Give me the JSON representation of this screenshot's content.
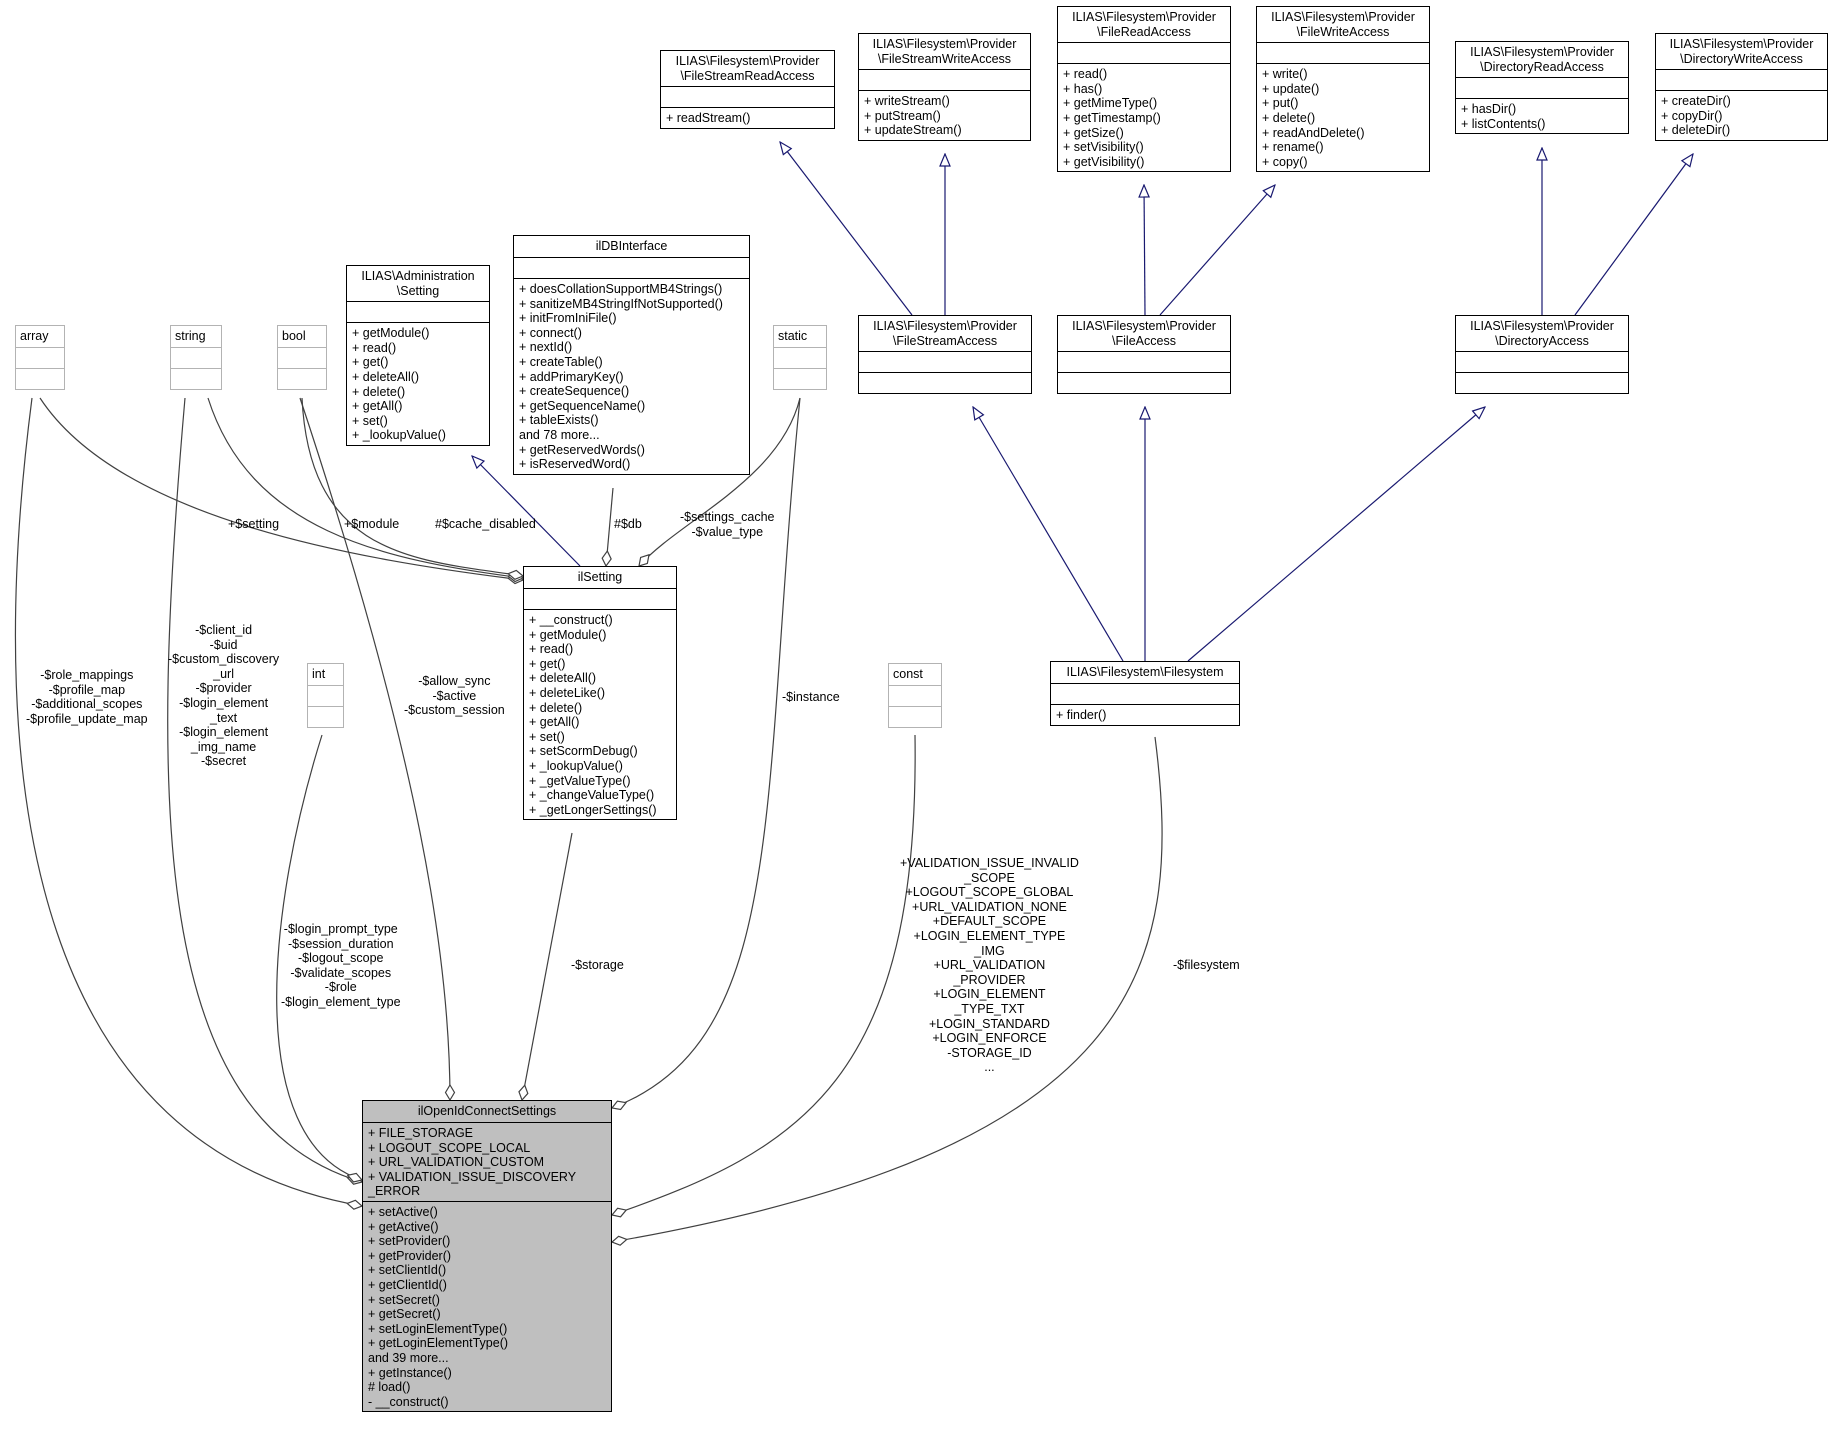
{
  "classes": {
    "fileStreamReadAccess": {
      "title": [
        "ILIAS\\Filesystem\\Provider",
        "\\FileStreamReadAccess"
      ],
      "attributes": [],
      "methods": [
        "+ readStream()"
      ]
    },
    "fileStreamWriteAccess": {
      "title": [
        "ILIAS\\Filesystem\\Provider",
        "\\FileStreamWriteAccess"
      ],
      "attributes": [],
      "methods": [
        "+ writeStream()",
        "+ putStream()",
        "+ updateStream()"
      ]
    },
    "fileReadAccess": {
      "title": [
        "ILIAS\\Filesystem\\Provider",
        "\\FileReadAccess"
      ],
      "attributes": [],
      "methods": [
        "+ read()",
        "+ has()",
        "+ getMimeType()",
        "+ getTimestamp()",
        "+ getSize()",
        "+ setVisibility()",
        "+ getVisibility()"
      ]
    },
    "fileWriteAccess": {
      "title": [
        "ILIAS\\Filesystem\\Provider",
        "\\FileWriteAccess"
      ],
      "attributes": [],
      "methods": [
        "+ write()",
        "+ update()",
        "+ put()",
        "+ delete()",
        "+ readAndDelete()",
        "+ rename()",
        "+ copy()"
      ]
    },
    "directoryReadAccess": {
      "title": [
        "ILIAS\\Filesystem\\Provider",
        "\\DirectoryReadAccess"
      ],
      "attributes": [],
      "methods": [
        "+ hasDir()",
        "+ listContents()"
      ]
    },
    "directoryWriteAccess": {
      "title": [
        "ILIAS\\Filesystem\\Provider",
        "\\DirectoryWriteAccess"
      ],
      "attributes": [],
      "methods": [
        "+ createDir()",
        "+ copyDir()",
        "+ deleteDir()"
      ]
    },
    "fileStreamAccess": {
      "title": [
        "ILIAS\\Filesystem\\Provider",
        "\\FileStreamAccess"
      ],
      "attributes": [],
      "methods": []
    },
    "fileAccess": {
      "title": [
        "ILIAS\\Filesystem\\Provider",
        "\\FileAccess"
      ],
      "attributes": [],
      "methods": []
    },
    "directoryAccess": {
      "title": [
        "ILIAS\\Filesystem\\Provider",
        "\\DirectoryAccess"
      ],
      "attributes": [],
      "methods": []
    },
    "filesystem": {
      "title": [
        "ILIAS\\Filesystem\\Filesystem"
      ],
      "attributes": [],
      "methods": [
        "+ finder()"
      ]
    },
    "adminSetting": {
      "title": [
        "ILIAS\\Administration",
        "\\Setting"
      ],
      "attributes": [],
      "methods": [
        "+ getModule()",
        "+ read()",
        "+ get()",
        "+ deleteAll()",
        "+ delete()",
        "+ getAll()",
        "+ set()",
        "+ _lookupValue()"
      ]
    },
    "ilDBInterface": {
      "title": [
        "ilDBInterface"
      ],
      "attributes": [],
      "methods": [
        "+ doesCollationSupportMB4Strings()",
        "+ sanitizeMB4StringIfNotSupported()",
        "+ initFromIniFile()",
        "+ connect()",
        "+ nextId()",
        "+ createTable()",
        "+ addPrimaryKey()",
        "+ createSequence()",
        "+ getSequenceName()",
        "+ tableExists()",
        "and 78 more...",
        "+ getReservedWords()",
        "+ isReservedWord()"
      ]
    },
    "ilSetting": {
      "title": [
        "ilSetting"
      ],
      "attributes": [],
      "methods": [
        "+ __construct()",
        "+ getModule()",
        "+ read()",
        "+ get()",
        "+ deleteAll()",
        "+ deleteLike()",
        "+ delete()",
        "+ getAll()",
        "+ set()",
        "+ setScormDebug()",
        "+ _lookupValue()",
        "+ _getValueType()",
        "+ _changeValueType()",
        "+ _getLongerSettings()"
      ]
    },
    "array": {
      "title": [
        "array"
      ],
      "attributes": [],
      "methods": []
    },
    "string": {
      "title": [
        "string"
      ],
      "attributes": [],
      "methods": []
    },
    "bool": {
      "title": [
        "bool"
      ],
      "attributes": [],
      "methods": []
    },
    "static": {
      "title": [
        "static"
      ],
      "attributes": [],
      "methods": []
    },
    "int": {
      "title": [
        "int"
      ],
      "attributes": [],
      "methods": []
    },
    "const": {
      "title": [
        "const"
      ],
      "attributes": [],
      "methods": []
    },
    "main": {
      "title": [
        "ilOpenIdConnectSettings"
      ],
      "attributes": [
        "+ FILE_STORAGE",
        "+ LOGOUT_SCOPE_LOCAL",
        "+ URL_VALIDATION_CUSTOM",
        "+ VALIDATION_ISSUE_DISCOVERY",
        "_ERROR"
      ],
      "methods": [
        "+ setActive()",
        "+ getActive()",
        "+ setProvider()",
        "+ getProvider()",
        "+ setClientId()",
        "+ getClientId()",
        "+ setSecret()",
        "+ getSecret()",
        "+ setLoginElementType()",
        "+ getLoginElementType()",
        "and 39 more...",
        "+ getInstance()",
        "# load()",
        "- __construct()"
      ]
    }
  },
  "edge_labels": {
    "setting": [
      "+$setting"
    ],
    "module": [
      "+$module"
    ],
    "cache_disabled": [
      "#$cache_disabled"
    ],
    "db": [
      "#$db"
    ],
    "settings_cache": [
      "-$settings_cache",
      "-$value_type"
    ],
    "array_main": [
      "-$role_mappings",
      "-$profile_map",
      "-$additional_scopes",
      "-$profile_update_map"
    ],
    "string_main": [
      "-$client_id",
      "-$uid",
      "-$custom_discovery",
      "_url",
      "-$provider",
      "-$login_element",
      "_text",
      "-$login_element",
      "_img_name",
      "-$secret"
    ],
    "bool_main": [
      "-$allow_sync",
      "-$active",
      "-$custom_session"
    ],
    "instance": [
      "-$instance"
    ],
    "int_main": [
      "-$login_prompt_type",
      "-$session_duration",
      "-$logout_scope",
      "-$validate_scopes",
      "-$role",
      "-$login_element_type"
    ],
    "storage": [
      "-$storage"
    ],
    "const_main": [
      "+VALIDATION_ISSUE_INVALID",
      "_SCOPE",
      "+LOGOUT_SCOPE_GLOBAL",
      "+URL_VALIDATION_NONE",
      "+DEFAULT_SCOPE",
      "+LOGIN_ELEMENT_TYPE",
      "_IMG",
      "+URL_VALIDATION",
      "_PROVIDER",
      "+LOGIN_ELEMENT",
      "_TYPE_TXT",
      "+LOGIN_STANDARD",
      "+LOGIN_ENFORCE",
      "-STORAGE_ID",
      "..."
    ],
    "filesystem_main": [
      "-$filesystem"
    ]
  },
  "colors": {
    "inheritance": "#191970",
    "association": "#404040",
    "main_fill": "#bfbfbf",
    "gray_border": "#b3b3b3"
  }
}
